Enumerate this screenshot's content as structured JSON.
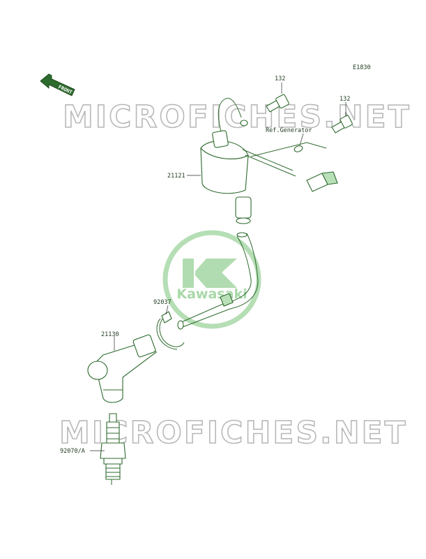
{
  "diagram": {
    "code": "E1830",
    "front_label": "FRONT",
    "brand_logo_text": "Kawasaki",
    "watermark_top": "MICROFICHES.NET",
    "watermark_bottom": "MICROFICHES.NET",
    "callouts": {
      "bolt_left": "132",
      "bolt_right": "132",
      "ref_generator": "Ref.Generator",
      "ignition_coil": "21121",
      "clamp": "92037",
      "plug_cap": "21130",
      "spark_plug": "92070/A"
    },
    "colors": {
      "part_outline": "#2d6a2d",
      "part_fill": "#b9e0b9",
      "logo": "#a8d8a8",
      "watermark": "#b8b8b8"
    }
  }
}
